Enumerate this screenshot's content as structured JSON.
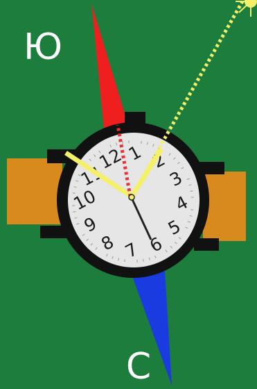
{
  "labels": {
    "south": "Ю",
    "north": "С"
  },
  "colors": {
    "background": "#1d7d3c",
    "compass_red": "#f01f1f",
    "compass_blue": "#1a3be0",
    "strap": "#d98a1c",
    "watch_case": "#111111",
    "dial": "#e6e6e6",
    "yellow_line": "#f4f06a",
    "red_dots": "#e8323a",
    "hour_hand": "#222222"
  },
  "dial_numbers": [
    "12",
    "1",
    "2",
    "3",
    "4",
    "5",
    "6",
    "7",
    "8",
    "9",
    "10",
    "11"
  ],
  "icons": {
    "sun": "sun-icon"
  }
}
